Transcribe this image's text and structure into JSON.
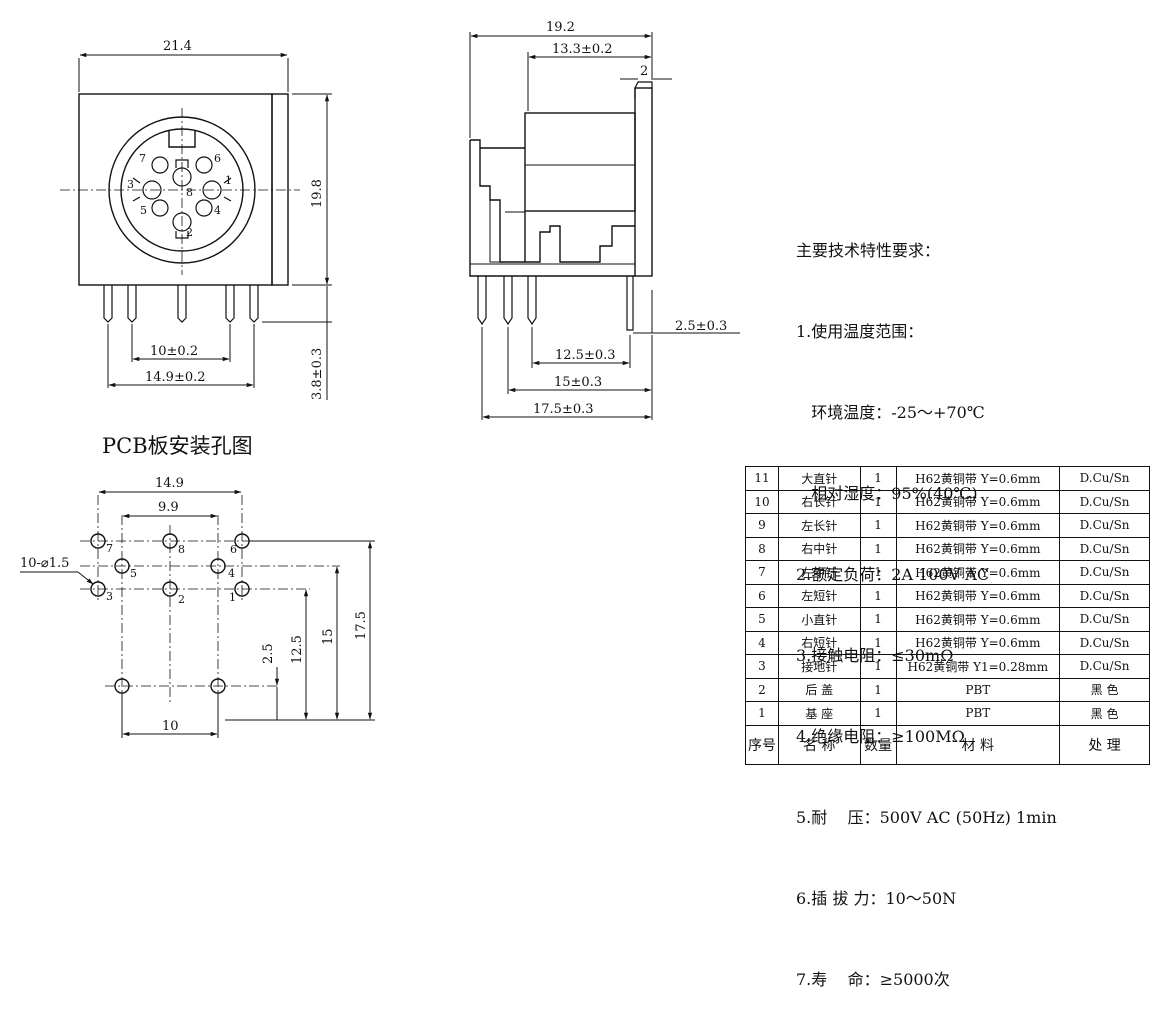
{
  "dimensions": {
    "front_width": "21.4",
    "front_height": "19.8",
    "pin_spacing_10": "10±0.2",
    "pin_spacing_14_9": "14.9±0.2",
    "pin_length": "3.8±0.3",
    "side_overall": "19.2",
    "side_13_3": "13.3±0.2",
    "side_2": "2",
    "side_2_5": "2.5±0.3",
    "side_12_5": "12.5±0.3",
    "side_15": "15±0.3",
    "side_17_5": "17.5±0.3",
    "pcb_14_9": "14.9",
    "pcb_9_9": "9.9",
    "pcb_hole": "10-⌀1.5",
    "pcb_10": "10",
    "pcb_2_5": "2.5",
    "pcb_12_5": "12.5",
    "pcb_15": "15",
    "pcb_17_5": "17.5"
  },
  "pin_numbers": {
    "p1": "1",
    "p2": "2",
    "p3": "3",
    "p4": "4",
    "p5": "5",
    "p6": "6",
    "p7": "7",
    "p8": "8"
  },
  "pcb_title": "PCB板安装孔图",
  "specs": [
    "主要技术特性要求：",
    "1.使用温度范围：",
    "   环境温度：-25～+70℃",
    "   相对湿度：95%(40℃)",
    "2.额定负荷：2A 100V AC",
    "3.接触电阻：≤30mΩ",
    "4.绝缘电阻：≥100MΩ",
    "5.耐    压：500V AC (50Hz) 1min",
    "6.插 拔 力：10～50N",
    "7.寿    命：≥5000次"
  ],
  "bom": {
    "rows": [
      [
        "11",
        "大直针",
        "1",
        "H62黄铜带 Y=0.6mm",
        "D.Cu/Sn"
      ],
      [
        "10",
        "右长针",
        "1",
        "H62黄铜带 Y=0.6mm",
        "D.Cu/Sn"
      ],
      [
        "9",
        "左长针",
        "1",
        "H62黄铜带 Y=0.6mm",
        "D.Cu/Sn"
      ],
      [
        "8",
        "右中针",
        "1",
        "H62黄铜带 Y=0.6mm",
        "D.Cu/Sn"
      ],
      [
        "7",
        "左中针",
        "1",
        "H62黄铜带 Y=0.6mm",
        "D.Cu/Sn"
      ],
      [
        "6",
        "左短针",
        "1",
        "H62黄铜带 Y=0.6mm",
        "D.Cu/Sn"
      ],
      [
        "5",
        "小直针",
        "1",
        "H62黄铜带 Y=0.6mm",
        "D.Cu/Sn"
      ],
      [
        "4",
        "右短针",
        "1",
        "H62黄铜带 Y=0.6mm",
        "D.Cu/Sn"
      ],
      [
        "3",
        "接地针",
        "1",
        "H62黄铜带 Y1=0.28mm",
        "D.Cu/Sn"
      ],
      [
        "2",
        "后 盖",
        "1",
        "PBT",
        "黑 色"
      ],
      [
        "1",
        "基 座",
        "1",
        "PBT",
        "黑 色"
      ]
    ],
    "header": {
      "no": "序号",
      "name": "名  称",
      "qty": "数量",
      "material": "材    料",
      "finish": "处  理"
    }
  }
}
